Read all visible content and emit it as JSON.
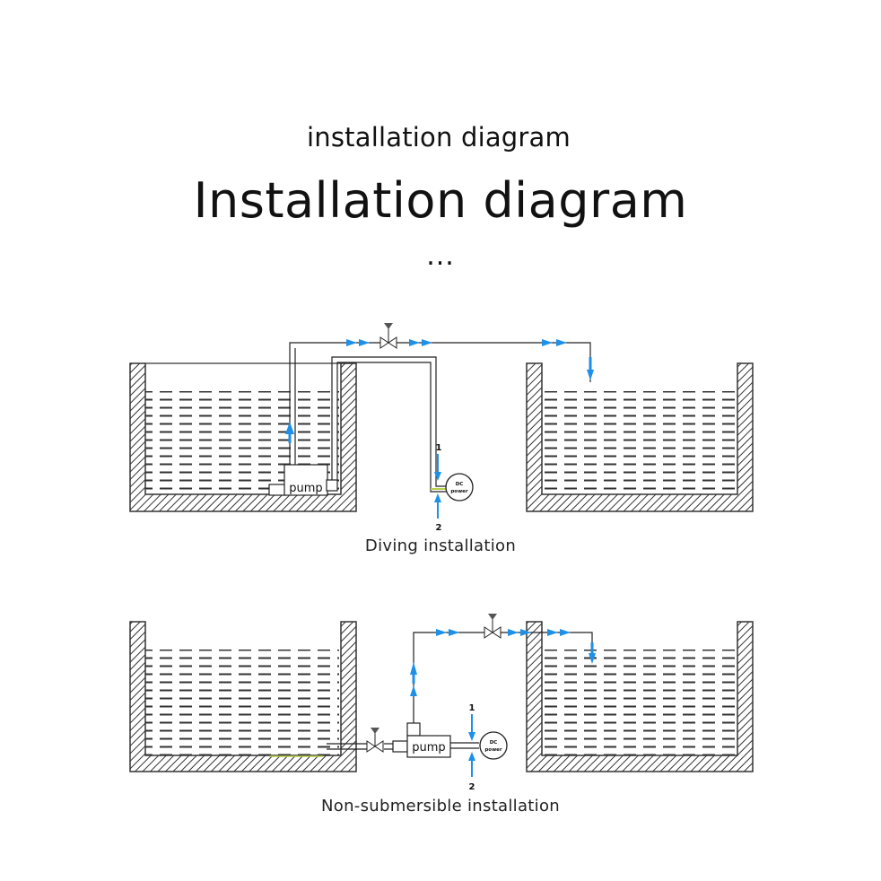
{
  "header": {
    "subtitle": "installation diagram",
    "title": "Installation diagram",
    "ellipsis": "..."
  },
  "diving": {
    "caption": "Diving installation",
    "pump_label": "pump",
    "dc_label_top": "DC",
    "dc_label_bottom": "power",
    "wire_1": "1",
    "wire_2": "2"
  },
  "non_submersible": {
    "caption": "Non-submersible installation",
    "pump_label": "pump",
    "dc_label_top": "DC",
    "dc_label_bottom": "power",
    "wire_1": "1",
    "wire_2": "2"
  },
  "colors": {
    "flow_arrow": "#1e90e8",
    "pipe": "#222222",
    "tank_wall": "#333333",
    "sealant": "#b8d04a"
  }
}
